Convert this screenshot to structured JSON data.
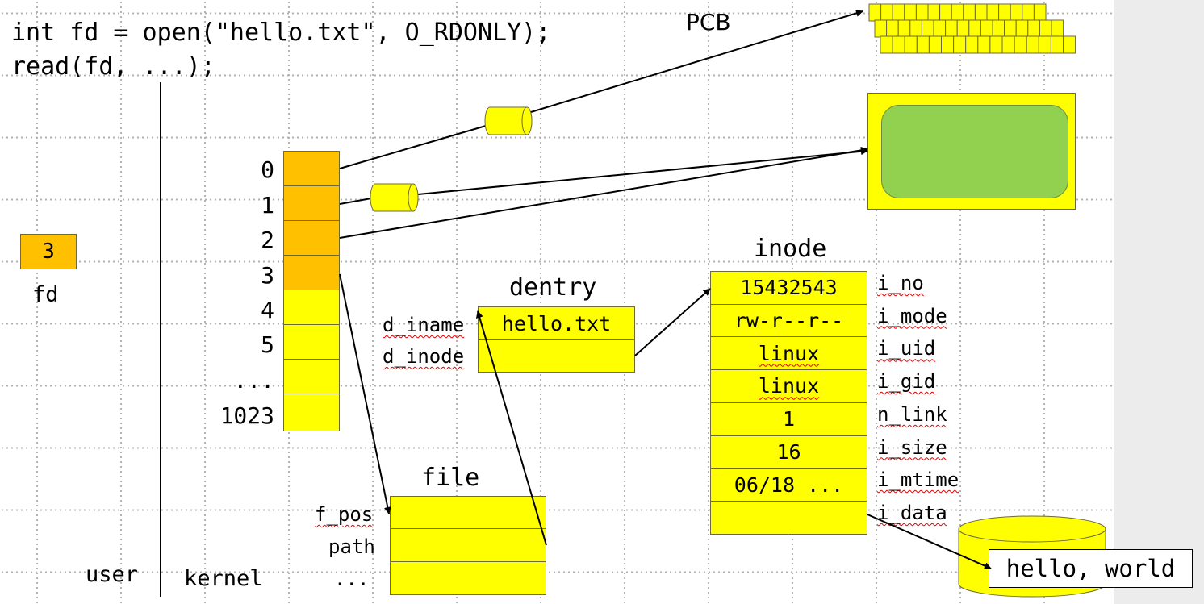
{
  "code": {
    "line1": "int fd = open(\"hello.txt\", O_RDONLY);",
    "line2": "read(fd, ...);"
  },
  "labels": {
    "pcb": "PCB",
    "user": "user",
    "kernel": "kernel",
    "fd_value": "3",
    "fd_label": "fd"
  },
  "fd_table": {
    "indices": [
      "0",
      "1",
      "2",
      "3",
      "4",
      "5",
      "...",
      "1023"
    ]
  },
  "dentry": {
    "title": "dentry",
    "fields": [
      "d_iname",
      "d_inode"
    ],
    "values": [
      "hello.txt",
      ""
    ]
  },
  "file": {
    "title": "file",
    "fields": [
      "f_pos",
      "path",
      "..."
    ]
  },
  "inode": {
    "title": "inode",
    "values": [
      "15432543",
      "rw-r--r--",
      "linux",
      "linux",
      "1",
      "16",
      "06/18 ...",
      ""
    ],
    "fields": [
      "i_no",
      "i_mode",
      "i_uid",
      "i_gid",
      "n_link",
      "i_size",
      "i_mtime",
      "i_data"
    ]
  },
  "disk": {
    "content": "hello, world"
  },
  "colors": {
    "orange": "#ffc000",
    "yellow": "#ffff00",
    "green": "#92d050",
    "panel": "#ececec"
  }
}
